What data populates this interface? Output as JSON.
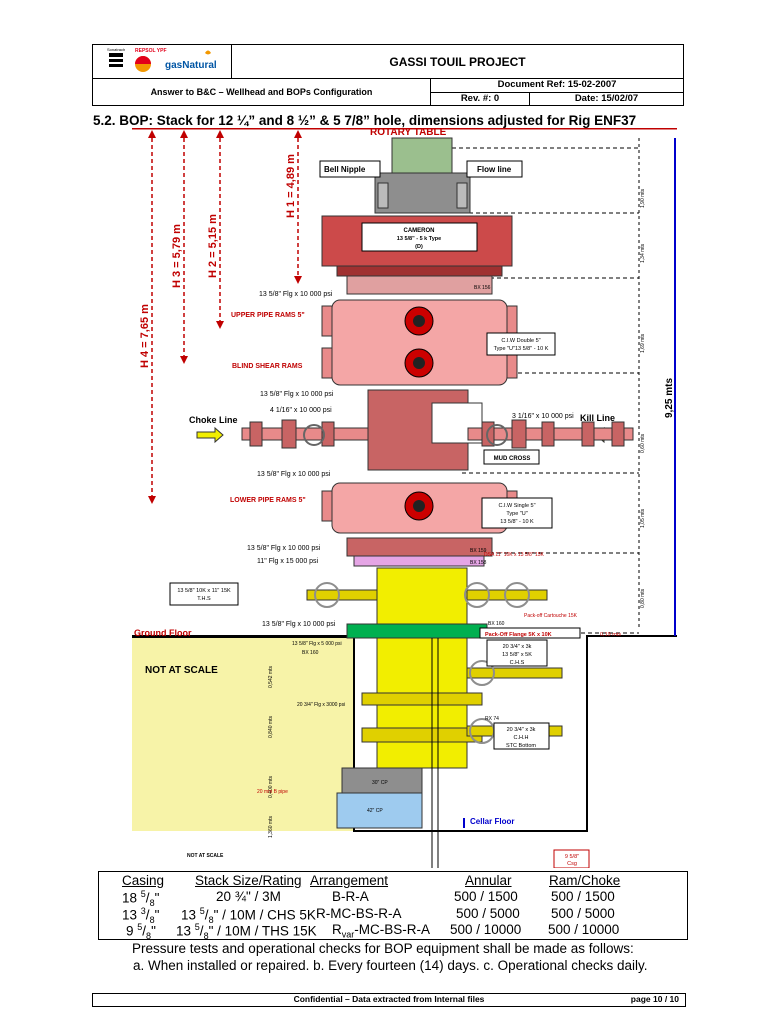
{
  "header": {
    "logos": [
      "Sonatrach",
      "REPSOL YPF",
      "gasNatural"
    ],
    "project": "GASSI TOUIL PROJECT",
    "subject": "Answer to B&C – Wellhead and BOPs Configuration",
    "doc_ref": "Document Ref:  15-02-2007",
    "rev": "Rev. #: 0",
    "date": "Date: 15/02/07"
  },
  "section_title": "5.2. BOP: Stack for 12 ¼” and 8 ½” & 5 7/8” hole, dimensions adjusted for Rig ENF37",
  "drawing": {
    "rotary_table": "ROTARY TABLE",
    "bell_nipple": "Bell Nipple",
    "flow_line": "Flow line",
    "cameron": "CAMERON",
    "cameron_spec": "13 5/8\" - 5 k Type",
    "cameron_type": "(D)",
    "bx156_top": "BX 156",
    "h1": "H 1 = 4,89 m",
    "h2": "H 2 = 5,15 m",
    "h3": "H 3 = 5,79 m",
    "h4": "H 4 = 7,65 m",
    "flg_1": "13 5/8\" Flg x 10 000 psi",
    "upper_pipe_rams": "UPPER PIPE RAMS 5\"",
    "blind_shear_rams": "BLIND SHEAR RAMS",
    "ciw_double_1": "C.I.W Double 5\"",
    "ciw_double_2": "Type \"U\"13 5/8\" - 10 K",
    "flg_2": "13 5/8\" Flg x 10 000 psi",
    "flg_choke": "4 1/16\" x 10 000 psi",
    "flg_kill": "3 1/16\" x 10 000 psi",
    "choke_line": "Choke Line",
    "kill_line": "Kill Line",
    "mud_cross": "MUD CROSS",
    "flg_3": "13 5/8\" Flg x 10 000 psi",
    "lower_pipe_rams": "LOWER PIPE RAMS 5\"",
    "ciw_single_1": "C.I.W Single 5\"",
    "ciw_single_2": "Type \"U\"",
    "ciw_single_3": "13 5/8\" - 10 K",
    "flg_4": "13 5/8\" Flg x 10 000 psi",
    "flg_5": "11\" Flg x 15 000 psi",
    "bx159": "BX 159",
    "dsa": "DSA 11\" 10K x 13 5/8\" 15K",
    "bx158": "BX 158",
    "ths_1": "13 5/8\" 10K x 11\" 15K",
    "ths_2": "T.H.S",
    "pack_off": "Pack-off Cartouche 15K",
    "bx160": "BX 160",
    "pack_off_flange": "Pack-Off Flange 5K x 10K",
    "dim_019": "0,19 mts",
    "flg_6": "13 5/8\" Flg x 10 000 psi",
    "ground_floor": "Ground Floor",
    "not_at_scale": "NOT AT SCALE",
    "flg_7": "13 5/8\" Flg x 5 000 psi",
    "bx160b": "BX 160",
    "chs_1": "20 3/4\" x 3k",
    "chs_2": "13 5/8\" x 5K",
    "chs_3": "C.H.S",
    "flg_8": "20 3/4\" Flg x 3000 psi",
    "rx74": "RX 74",
    "chh_1": "20 3/4\" x 3k",
    "chh_2": "C.H.H",
    "chh_3": "STC Bottom",
    "dim_925": "9,25 mts",
    "cellar_floor": "Cellar Floor",
    "not_at_scale_small": "NOT AT SCALE",
    "pipe_20": "20 mm B pipe",
    "pipe_30cp": "30\" CP",
    "pipe_42cp": "42\" CP",
    "csg_958_1": "9 5/8\"",
    "csg_958_2": "Csg",
    "dims": [
      "1,90 mts",
      "1,34 mts",
      "0,196 mts",
      "1,69 mts",
      "0,60 mts",
      "1,05 mts",
      "0,80 mts",
      "0,542 mts",
      "0,840 mts",
      "0,400 mts",
      "1,360 mts"
    ]
  },
  "table": {
    "headers": [
      "Casing",
      "Stack Size/Rating",
      "Arrangement",
      "Annular",
      "Ram/Choke"
    ],
    "rows": [
      {
        "casing_a": "18 ",
        "casing_sup": "5",
        "casing_sub": "8",
        "casing_b": "\"",
        "stack": "20 ¾\" / 3M",
        "arr": "B-R-A",
        "annular": "500 / 1500",
        "ram": "500 / 1500"
      },
      {
        "casing_a": "13 ",
        "casing_sup": "3",
        "casing_sub": "8",
        "casing_b": "\"",
        "stack_a": "13 ",
        "stack_sup": "5",
        "stack_sub": "8",
        "stack_b": "\" / 10M / CHS 5K",
        "arr": "R-MC-BS-R-A",
        "annular": "500 / 5000",
        "ram": "500 / 5000"
      },
      {
        "casing_a": "9 ",
        "casing_sup": "5",
        "casing_sub": "8",
        "casing_b": "\"",
        "stack_a": "13 ",
        "stack_sup": "5",
        "stack_sub": "8",
        "stack_b": "\" / 10M / THS 15K",
        "arr_a": "R",
        "arr_sub": "var",
        "arr_b": "-MC-BS-R-A",
        "annular": "500 / 10000",
        "ram": "500 / 10000"
      }
    ]
  },
  "tests": {
    "line1": "Pressure tests and operational checks for BOP equipment shall be made as follows:",
    "line2": "a. When installed or repaired. b. Every fourteen (14) days. c. Operational checks daily."
  },
  "footer": {
    "text": "Confidential – Data extracted from Internal files",
    "page": "page 10 / 10"
  },
  "colors": {
    "red": "#c00000",
    "bop_red": "#e88a8a",
    "yellow": "#f2ee00",
    "green": "#00b050",
    "cellar": "#f7f3a8"
  }
}
